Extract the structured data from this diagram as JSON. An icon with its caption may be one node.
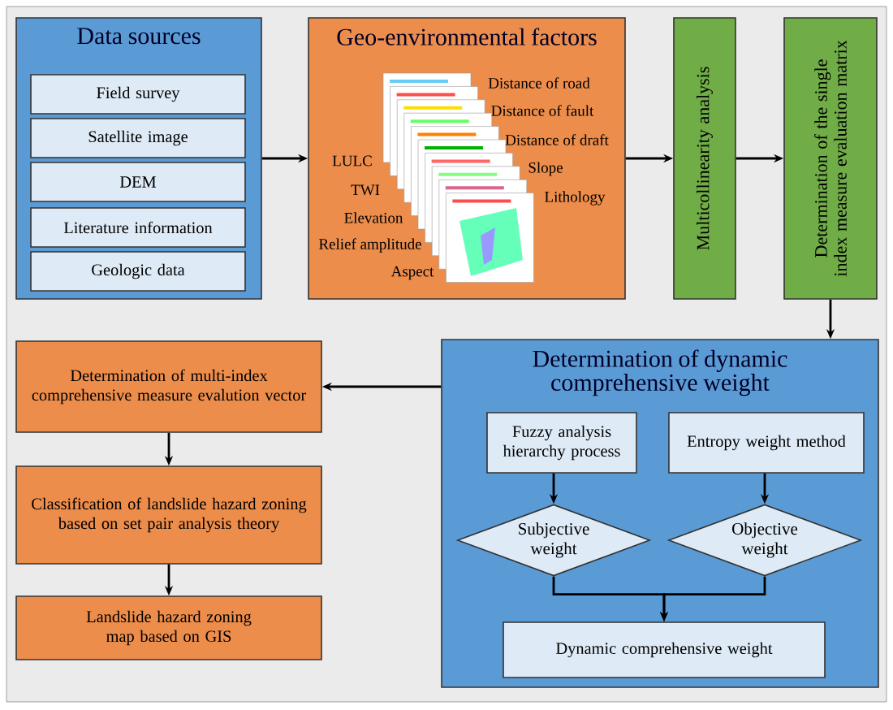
{
  "diagram": {
    "nodes": [
      {
        "text": [
          "Data sources"
        ]
      },
      {
        "text": [
          "Field survey"
        ],
        "in": 0
      },
      {
        "text": [
          "Satellite image"
        ],
        "in": 0
      },
      {
        "text": [
          "DEM"
        ],
        "in": 0
      },
      {
        "text": [
          "Literature information"
        ],
        "in": 0
      },
      {
        "text": [
          "Geologic data"
        ],
        "in": 0
      },
      {
        "text": [
          "Geo-environmental factors",
          "Distance of road",
          "Distance of fault",
          "Distance of draft",
          "Slope",
          "Lithology",
          "LULC",
          "TWI",
          "Elevation",
          "Relief amplitude",
          "Aspect"
        ]
      },
      {
        "text": [
          "Multicollinearity analysis"
        ]
      },
      {
        "text": [
          "Determination of the single index measure evaluation matrix"
        ]
      },
      {
        "text": [
          "Determination of dynamic comprehensive weight"
        ]
      },
      {
        "text": [
          "Fuzzy analysis hierarchy process"
        ],
        "in": 9
      },
      {
        "text": [
          "Entropy weight method"
        ],
        "in": 9
      },
      {
        "text": [
          "Subjective weight"
        ],
        "in": 9
      },
      {
        "text": [
          "Objective weight"
        ],
        "in": 9
      },
      {
        "text": [
          "Dynamic comprehensive weight"
        ],
        "in": 9
      },
      {
        "text": [
          "Determination of multi-index comprehensive measure evalution vector"
        ]
      },
      {
        "text": [
          "Classification of landslide hazard zoning based on set pair analysis theory"
        ]
      },
      {
        "text": [
          "Landslide hazard zoning map based on GIS"
        ]
      }
    ],
    "edges": [
      {
        "from": 0,
        "to": 6,
        "arrow": "to"
      },
      {
        "from": 6,
        "to": 7,
        "arrow": "to"
      },
      {
        "from": 7,
        "to": 8,
        "arrow": "to"
      },
      {
        "from": 8,
        "to": 9,
        "arrow": "to"
      },
      {
        "from": 10,
        "to": 12,
        "arrow": "to"
      },
      {
        "from": 11,
        "to": 13,
        "arrow": "to"
      },
      {
        "from": 12,
        "to": 14,
        "arrow": "to"
      },
      {
        "from": 13,
        "to": 14,
        "arrow": "to"
      },
      {
        "from": 9,
        "to": 15,
        "arrow": "to"
      },
      {
        "from": 15,
        "to": 16,
        "arrow": "to"
      },
      {
        "from": 16,
        "to": 17,
        "arrow": "to"
      }
    ]
  }
}
